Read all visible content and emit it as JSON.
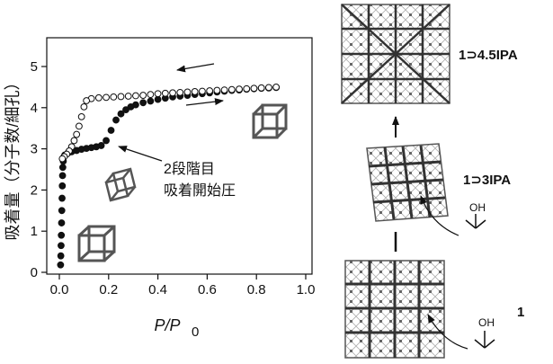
{
  "chart_data": {
    "type": "scatter",
    "title": "",
    "xlabel_main": "P/P",
    "xlabel_sub": "0",
    "ylabel": "吸着量（分子数/細孔）",
    "xlim": [
      0.0,
      1.0
    ],
    "ylim": [
      0,
      5
    ],
    "x_ticks": [
      "0.0",
      "0.2",
      "0.4",
      "0.6",
      "0.8",
      "1.0"
    ],
    "y_ticks": [
      "0",
      "1",
      "2",
      "3",
      "4",
      "5"
    ],
    "grid": false,
    "series": [
      {
        "marker": "filled-circle",
        "x": [
          0.005,
          0.006,
          0.007,
          0.008,
          0.009,
          0.01,
          0.011,
          0.012,
          0.013,
          0.014,
          0.016,
          0.018,
          0.022,
          0.035,
          0.05,
          0.07,
          0.09,
          0.11,
          0.13,
          0.15,
          0.17,
          0.19,
          0.21,
          0.23,
          0.25,
          0.27,
          0.29,
          0.31,
          0.34,
          0.37,
          0.4,
          0.43,
          0.46,
          0.49,
          0.52,
          0.55,
          0.58,
          0.61,
          0.64,
          0.67,
          0.7,
          0.73,
          0.76,
          0.79,
          0.82,
          0.85,
          0.88
        ],
        "y": [
          0.18,
          0.4,
          0.65,
          0.9,
          1.2,
          1.5,
          1.8,
          2.1,
          2.35,
          2.55,
          2.7,
          2.8,
          2.85,
          2.9,
          2.93,
          2.96,
          2.99,
          3.01,
          3.03,
          3.05,
          3.08,
          3.2,
          3.45,
          3.7,
          3.85,
          3.95,
          4.02,
          4.07,
          4.12,
          4.16,
          4.2,
          4.23,
          4.26,
          4.28,
          4.3,
          4.32,
          4.34,
          4.36,
          4.38,
          4.4,
          4.42,
          4.43,
          4.45,
          4.46,
          4.47,
          4.48,
          4.49
        ]
      },
      {
        "marker": "open-circle",
        "x": [
          0.88,
          0.85,
          0.82,
          0.79,
          0.76,
          0.73,
          0.7,
          0.67,
          0.64,
          0.61,
          0.58,
          0.55,
          0.52,
          0.49,
          0.46,
          0.43,
          0.4,
          0.37,
          0.34,
          0.31,
          0.28,
          0.25,
          0.22,
          0.19,
          0.16,
          0.13,
          0.11,
          0.1,
          0.09,
          0.08,
          0.07,
          0.06,
          0.05,
          0.04,
          0.03,
          0.02,
          0.012
        ],
        "y": [
          4.5,
          4.49,
          4.48,
          4.47,
          4.46,
          4.45,
          4.44,
          4.43,
          4.42,
          4.41,
          4.4,
          4.39,
          4.38,
          4.37,
          4.36,
          4.35,
          4.34,
          4.32,
          4.3,
          4.29,
          4.28,
          4.27,
          4.26,
          4.25,
          4.24,
          4.22,
          4.17,
          4.02,
          3.78,
          3.55,
          3.35,
          3.2,
          3.05,
          2.95,
          2.87,
          2.81,
          2.76
        ]
      }
    ]
  },
  "annotations": {
    "step_line1": "2段階目",
    "step_line2": "吸着開始圧"
  },
  "structures": {
    "top_label": "1⊃4.5IPA",
    "middle_label": "1⊃3IPA",
    "bottom_label": "1",
    "oh_label": "OH"
  }
}
